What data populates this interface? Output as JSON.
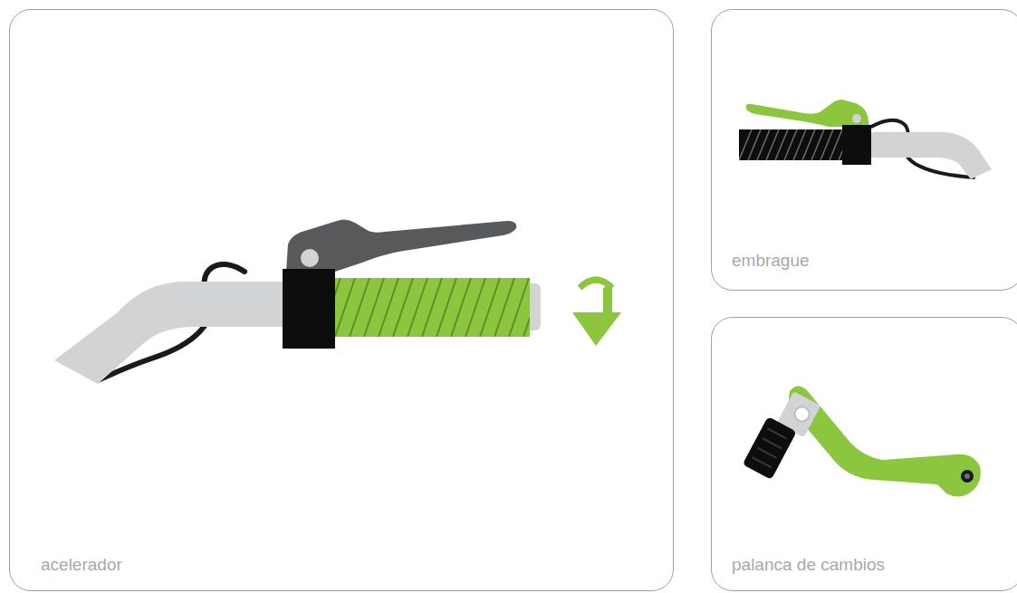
{
  "diagram": {
    "nodes": [
      {
        "text": [
          "acelerador"
        ]
      },
      {
        "text": [
          "embrague"
        ]
      },
      {
        "text": [
          "palanca de cambios"
        ]
      }
    ]
  }
}
